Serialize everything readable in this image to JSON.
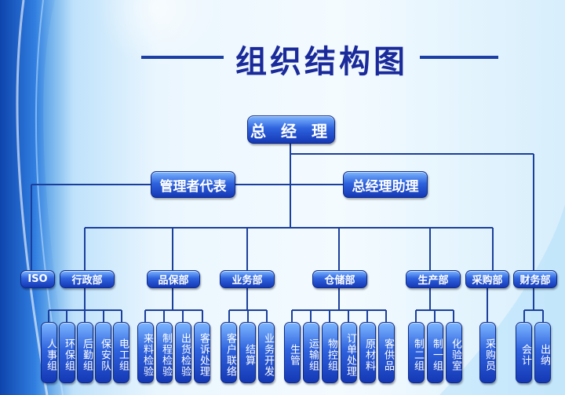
{
  "title": "组织结构图",
  "root": "总 经 理",
  "level1": {
    "left": "管理者代表",
    "right": "总经理助理"
  },
  "departments": [
    {
      "key": "iso",
      "label": "ISO"
    },
    {
      "key": "admin",
      "label": "行政部"
    },
    {
      "key": "qa",
      "label": "品保部"
    },
    {
      "key": "biz",
      "label": "业务部"
    },
    {
      "key": "storage",
      "label": "仓储部"
    },
    {
      "key": "prod",
      "label": "生产部"
    },
    {
      "key": "purchase",
      "label": "采购部"
    },
    {
      "key": "finance",
      "label": "财务部"
    }
  ],
  "leaves": [
    {
      "dept": "admin",
      "label": "人事组"
    },
    {
      "dept": "admin",
      "label": "环保组"
    },
    {
      "dept": "admin",
      "label": "后勤组"
    },
    {
      "dept": "admin",
      "label": "保安队"
    },
    {
      "dept": "admin",
      "label": "电工组"
    },
    {
      "dept": "qa",
      "label": "来料检验"
    },
    {
      "dept": "qa",
      "label": "制程检验"
    },
    {
      "dept": "qa",
      "label": "出货检验"
    },
    {
      "dept": "qa",
      "label": "客诉处理"
    },
    {
      "dept": "biz",
      "label": "客户联络"
    },
    {
      "dept": "biz",
      "label": "结算"
    },
    {
      "dept": "biz",
      "label": "业务开发"
    },
    {
      "dept": "storage",
      "label": "生管"
    },
    {
      "dept": "storage",
      "label": "运输组"
    },
    {
      "dept": "storage",
      "label": "物控组"
    },
    {
      "dept": "storage",
      "label": "订单处理"
    },
    {
      "dept": "storage",
      "label": "原材料"
    },
    {
      "dept": "storage",
      "label": "客供品"
    },
    {
      "dept": "prod",
      "label": "制二组"
    },
    {
      "dept": "prod",
      "label": "制一组"
    },
    {
      "dept": "prod",
      "label": "化验室"
    },
    {
      "dept": "purchase",
      "label": "采购员"
    },
    {
      "dept": "finance",
      "label": "会计"
    },
    {
      "dept": "finance",
      "label": "出纳"
    }
  ]
}
